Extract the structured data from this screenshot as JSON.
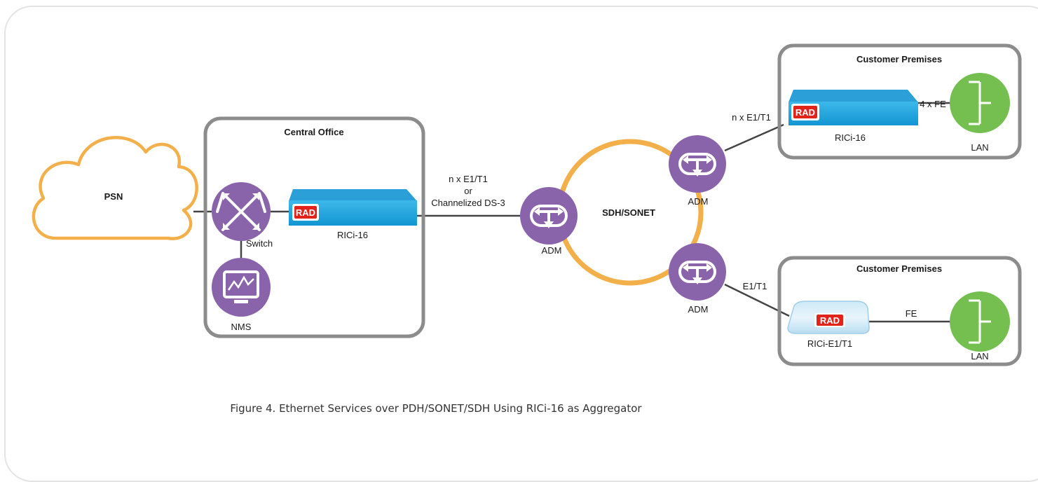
{
  "colors": {
    "cloud": "#f3b04a",
    "ring": "#f3b04a",
    "purple": "#8a64ab",
    "box_border": "#8c8c8c",
    "lan_green": "#74bf4f",
    "device_blue": "#19a9e1",
    "rad_red": "#e2231a",
    "link": "#444444"
  },
  "cloud": {
    "label": "PSN",
    "icon": "cloud-icon"
  },
  "central_office": {
    "title": "Central Office",
    "switch_label": "Switch",
    "nms_label": "NMS",
    "device_label": "RICi-16",
    "device_logo": "RAD"
  },
  "core": {
    "ring_label": "SDH/SONET",
    "adm_label": "ADM"
  },
  "links": {
    "co_to_adm": [
      "n x E1/T1",
      "or",
      "Channelized DS-3"
    ],
    "adm_to_cp1": "n x E1/T1",
    "adm_to_cp2": "E1/T1",
    "cp1_lan": "4 x FE",
    "cp2_lan": "FE"
  },
  "customer_premises_1": {
    "title": "Customer Premises",
    "device_label": "RICi-16",
    "device_logo": "RAD",
    "lan_label": "LAN"
  },
  "customer_premises_2": {
    "title": "Customer Premises",
    "device_label": "RICi-E1/T1",
    "device_logo": "RAD",
    "lan_label": "LAN"
  },
  "caption": "Figure 4.  Ethernet Services over PDH/SONET/SDH Using RICi-16 as Aggregator"
}
